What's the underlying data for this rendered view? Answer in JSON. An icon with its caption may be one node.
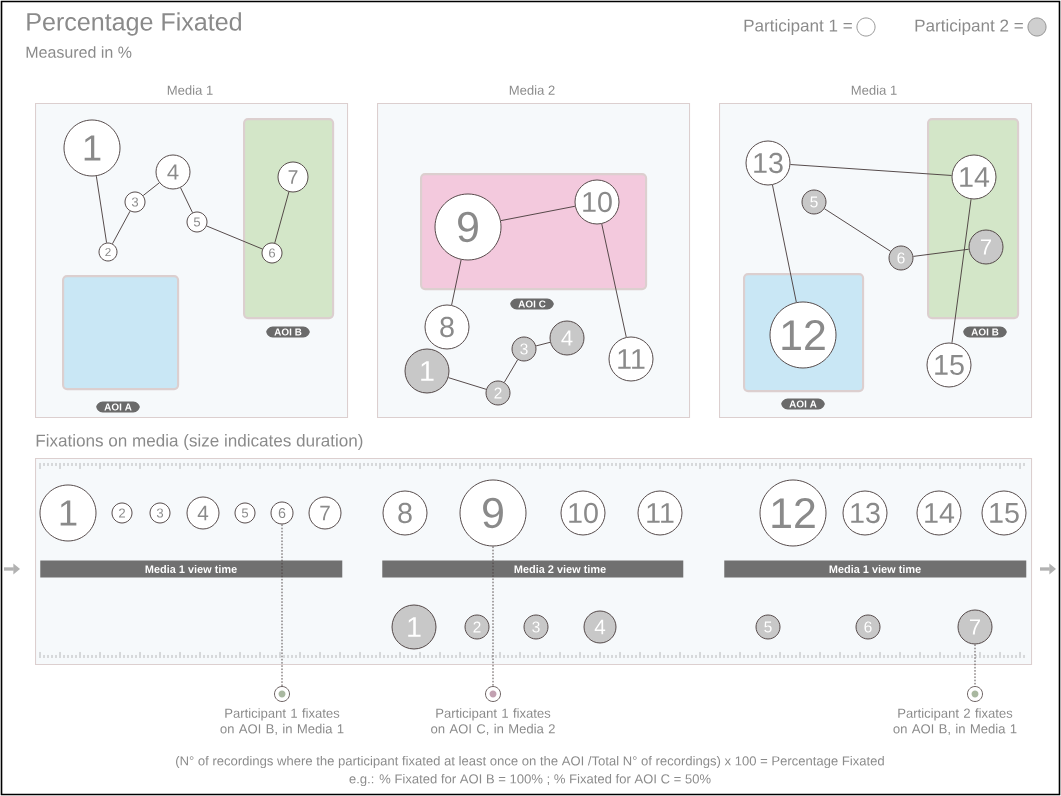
{
  "diagram": {
    "title": "Percentage Fixated",
    "nodes": [
      {
        "text": [
          "Media 1"
        ]
      },
      {
        "text": [
          "AOI A"
        ],
        "in": 0
      },
      {
        "text": [
          "AOI B"
        ],
        "in": 0
      },
      {
        "text": [
          "1"
        ],
        "in": 0
      },
      {
        "text": [
          "2"
        ],
        "in": 0
      },
      {
        "text": [
          "3"
        ],
        "in": 0
      },
      {
        "text": [
          "4"
        ],
        "in": 0
      },
      {
        "text": [
          "5"
        ],
        "in": 0
      },
      {
        "text": [
          "6"
        ],
        "in": 2
      },
      {
        "text": [
          "7"
        ],
        "in": 2
      },
      {
        "text": [
          "Media 2"
        ]
      },
      {
        "text": [
          "AOI C"
        ],
        "in": 10
      },
      {
        "text": [
          "8"
        ],
        "in": 10
      },
      {
        "text": [
          "9"
        ],
        "in": 11
      },
      {
        "text": [
          "10"
        ],
        "in": 11
      },
      {
        "text": [
          "11"
        ],
        "in": 10
      },
      {
        "text": [
          "1"
        ],
        "in": 10
      },
      {
        "text": [
          "2"
        ],
        "in": 10
      },
      {
        "text": [
          "3"
        ],
        "in": 10
      },
      {
        "text": [
          "4"
        ],
        "in": 10
      },
      {
        "text": [
          "Media 1"
        ]
      },
      {
        "text": [
          "AOI A"
        ],
        "in": 20
      },
      {
        "text": [
          "AOI B"
        ],
        "in": 20
      },
      {
        "text": [
          "12"
        ],
        "in": 21
      },
      {
        "text": [
          "13"
        ],
        "in": 20
      },
      {
        "text": [
          "14"
        ],
        "in": 22
      },
      {
        "text": [
          "15"
        ],
        "in": 20
      },
      {
        "text": [
          "5"
        ],
        "in": 20
      },
      {
        "text": [
          "6"
        ],
        "in": 20
      },
      {
        "text": [
          "7"
        ],
        "in": 22
      },
      {
        "text": [
          "Fixations on media (size indicates duration)"
        ]
      },
      {
        "text": [
          "1"
        ],
        "in": 30
      },
      {
        "text": [
          "2"
        ],
        "in": 30
      },
      {
        "text": [
          "3"
        ],
        "in": 30
      },
      {
        "text": [
          "4"
        ],
        "in": 30
      },
      {
        "text": [
          "5"
        ],
        "in": 30
      },
      {
        "text": [
          "6"
        ],
        "in": 30
      },
      {
        "text": [
          "7"
        ],
        "in": 30
      },
      {
        "text": [
          "8"
        ],
        "in": 30
      },
      {
        "text": [
          "9"
        ],
        "in": 30
      },
      {
        "text": [
          "10"
        ],
        "in": 30
      },
      {
        "text": [
          "11"
        ],
        "in": 30
      },
      {
        "text": [
          "12"
        ],
        "in": 30
      },
      {
        "text": [
          "13"
        ],
        "in": 30
      },
      {
        "text": [
          "14"
        ],
        "in": 30
      },
      {
        "text": [
          "15"
        ],
        "in": 30
      },
      {
        "text": [
          "Media 1 view time"
        ],
        "in": 30
      },
      {
        "text": [
          "Media 2 view time"
        ],
        "in": 30
      },
      {
        "text": [
          "Media 1 view time"
        ],
        "in": 30
      },
      {
        "text": [
          "1"
        ],
        "in": 30
      },
      {
        "text": [
          "2"
        ],
        "in": 30
      },
      {
        "text": [
          "3"
        ],
        "in": 30
      },
      {
        "text": [
          "4"
        ],
        "in": 30
      },
      {
        "text": [
          "5"
        ],
        "in": 30
      },
      {
        "text": [
          "6"
        ],
        "in": 30
      },
      {
        "text": [
          "7"
        ],
        "in": 30
      },
      {
        "text": [],
        "shape": "circle",
        "beside": [
          "Participant 1 fixates on AOI B, in Media 1"
        ]
      },
      {
        "text": [],
        "shape": "circle",
        "beside": [
          "Participant 1 fixates on AOI C, in Media 2"
        ]
      },
      {
        "text": [],
        "shape": "circle",
        "beside": [
          "Participant 2 fixates on AOI B, in Media 1"
        ]
      }
    ],
    "edges": [
      {
        "from": 3,
        "to": 4,
        "arrow": "none"
      },
      {
        "from": 4,
        "to": 5,
        "arrow": "none"
      },
      {
        "from": 5,
        "to": 6,
        "arrow": "none"
      },
      {
        "from": 6,
        "to": 7,
        "arrow": "none"
      },
      {
        "from": 7,
        "to": 8,
        "arrow": "none"
      },
      {
        "from": 8,
        "to": 9,
        "arrow": "none"
      },
      {
        "from": 12,
        "to": 13,
        "arrow": "none"
      },
      {
        "from": 13,
        "to": 14,
        "arrow": "none"
      },
      {
        "from": 14,
        "to": 15,
        "arrow": "none"
      },
      {
        "from": 16,
        "to": 17,
        "arrow": "none"
      },
      {
        "from": 17,
        "to": 18,
        "arrow": "none"
      },
      {
        "from": 18,
        "to": 19,
        "arrow": "none"
      },
      {
        "from": 23,
        "to": 24,
        "arrow": "none"
      },
      {
        "from": 24,
        "to": 25,
        "arrow": "none"
      },
      {
        "from": 25,
        "to": 26,
        "arrow": "none"
      },
      {
        "from": 27,
        "to": 28,
        "arrow": "none"
      },
      {
        "from": 28,
        "to": 29,
        "arrow": "none"
      },
      {
        "from": 36,
        "to": 56,
        "arrow": "none",
        "style": "dashed"
      },
      {
        "from": 39,
        "to": 57,
        "arrow": "none",
        "style": "dashed"
      },
      {
        "from": 55,
        "to": 58,
        "arrow": "none",
        "style": "dashed"
      }
    ],
    "labels": [
      "Measured in %",
      "(N° of recordings where the participant fixated at least once on the AOI /Total N° of recordings) x 100 = Percentage Fixated",
      "e.g.: % Fixated for AOI B = 100% ; % Fixated for AOI C = 50%"
    ],
    "legend": [
      {
        "text": "Participant 1 ="
      },
      {
        "text": "Participant 2 =",
        "color": "#cfcfcf"
      }
    ]
  }
}
